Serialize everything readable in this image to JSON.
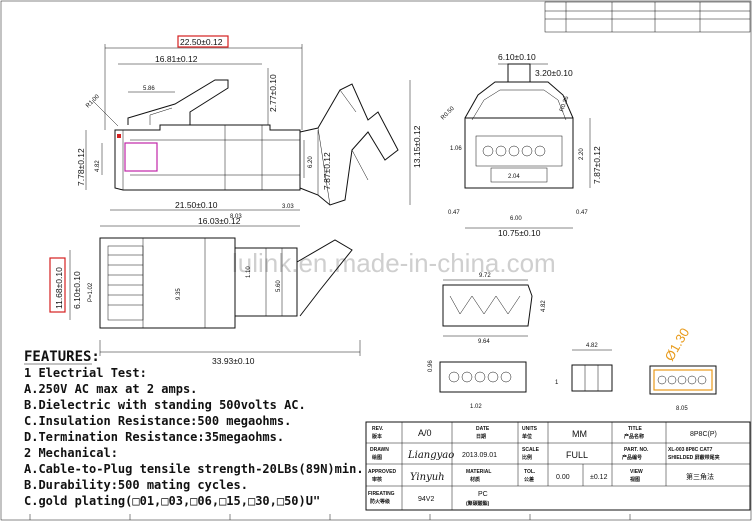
{
  "dimensions": {
    "overall_length": "22.50±0.12",
    "body_length": "16.81±0.12",
    "latch_height": "2.77±0.10",
    "latch_offset": "5.86",
    "latch_radius": "R1.00",
    "plug_height": "7.78±0.12",
    "contact_height": "4.82",
    "boot_height": "7.87±0.12",
    "inner_height": "6.20",
    "total_height": "13.15±0.12",
    "lower_length": "21.50±0.10",
    "lower_offset": "8.03",
    "lower_small": "3.03",
    "top_length": "16.03±0.12",
    "plug_width": "11.68±0.10",
    "inner_width": "6.10±0.10",
    "pitch_p": "P=1.02",
    "side_dim_a": "9.35",
    "side_dim_b": "1.10",
    "side_dim_c": "5.60",
    "total_length": "33.93±0.10",
    "front_top_width": "6.10±0.10",
    "front_tab": "3.20±0.10",
    "front_r36": "R0.36",
    "front_r50": "R0.50",
    "front_left": "1.06",
    "front_slot": "2.04",
    "front_right": "2.20",
    "front_height": "7.87±0.12",
    "front_side_left": "0.47",
    "front_inner": "6.00",
    "front_side_right": "0.47",
    "front_width": "10.75±0.10",
    "detail_top": "9.72",
    "detail_height": "4.82",
    "detail_length": "9.64",
    "detail2_top": "4.82",
    "detail2_left": "0.96",
    "detail2_pitch": "1.02",
    "detail2_side": "1",
    "detail3_width": "8.05",
    "detail3_circle": "Ø1.30"
  },
  "watermark": "lulink.en.made-in-china.com",
  "features": {
    "heading": "FEATURES:",
    "lines": [
      "1 Electrial Test:",
      "A.250V AC max at 2 amps.",
      "B.Dielectric with standing 500volts AC.",
      "C.Insulation Resistance:500 megaohms.",
      "D.Termination Resistance:35megaohms.",
      "2 Mechanical:",
      "A.Cable-to-Plug tensile strength-20LBs(89N)min.",
      "B.Durability:500 mating cycles.",
      "C.gold plating(□01,□03,□06,□15,□30,□50)U\""
    ]
  },
  "title_block": {
    "rev_label": "REV.",
    "rev_label_cn": "版本",
    "rev_value": "A/0",
    "date_label": "DATE",
    "date_label_cn": "日期",
    "units_label": "UNITS",
    "units_label_cn": "单位",
    "units_value": "MM",
    "title_label": "TITLE",
    "title_label_cn": "产品名称",
    "title_value": "8P8C(P)",
    "drawn_label": "DRAWN",
    "drawn_label_cn": "绘图",
    "drawn_sig": "Liangyao",
    "drawn_date": "2013.09.01",
    "scale_label": "SCALE",
    "scale_label_cn": "比例",
    "scale_value": "FULL",
    "partno_label": "PART. NO.",
    "partno_label_cn": "产品编号",
    "partno_value": "XL-003 8P8C CAT7",
    "partno_value2": "SHIELDED 屏蔽带尾夹",
    "approved_label": "APPROVED",
    "approved_label_cn": "审核",
    "approved_sig": "Yinyuh",
    "material_label": "MATERIAL",
    "material_label_cn": "材质",
    "tol_label": "TOL.",
    "tol_label_cn": "公差",
    "tol_value": "0.00",
    "tol_pm": "±0.12",
    "view_label": "VIEW",
    "view_label_cn": "视图",
    "view_value": "第三角法",
    "flam_label": "FIREATING",
    "flam_label_cn": "防火等级",
    "flam_value": "94V2",
    "material_value": "PC",
    "material_value_cn": "(聚碳酸酯)"
  }
}
